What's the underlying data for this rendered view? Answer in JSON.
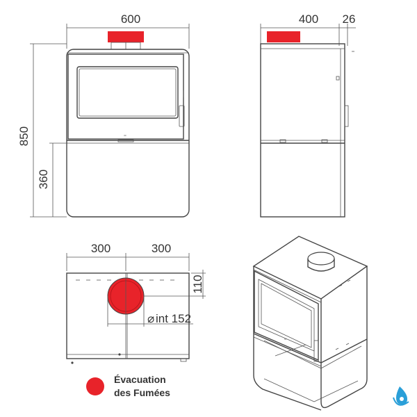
{
  "dimensions": {
    "front_width": "600",
    "side_depth": "400",
    "side_offset": "26",
    "total_height": "850",
    "base_height": "360",
    "top_left_offset": "300",
    "top_right_offset": "300",
    "flue_depth": "110",
    "flue_diameter": "int 152"
  },
  "legend": {
    "line1": "Évacuation",
    "line2": "des Fumées"
  },
  "colors": {
    "flue": "#e8232a",
    "outline": "#444444",
    "logo": "#2a9fd8"
  },
  "icons": {
    "diameter_symbol": "⌀",
    "logo": "water-drop-logo-icon"
  }
}
